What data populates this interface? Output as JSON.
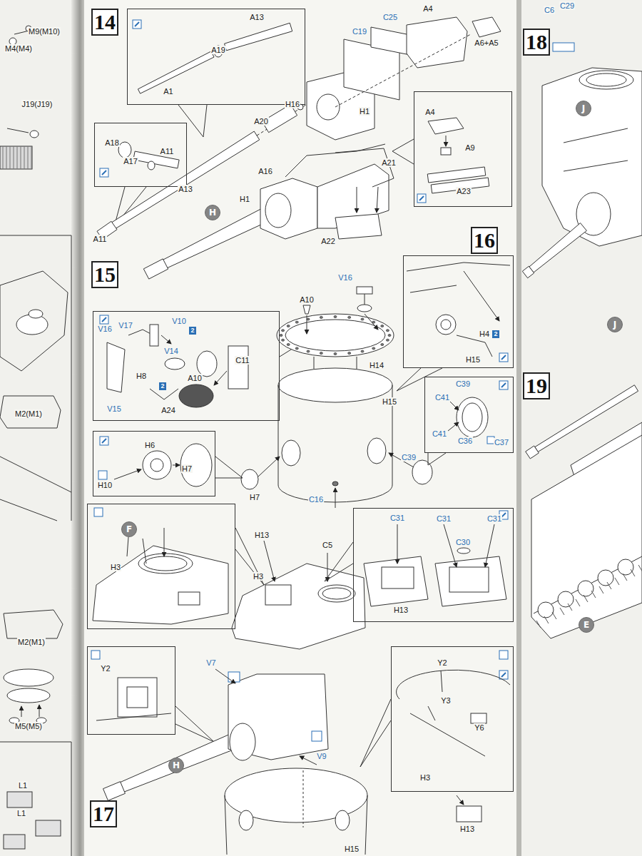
{
  "diagram": {
    "nodes": [
      {
        "text": [
          "14"
        ]
      },
      {
        "text": [
          "A13",
          "A19",
          "A1"
        ]
      },
      {
        "text": [
          "A4",
          "A9",
          "A23"
        ]
      },
      {
        "text": [
          "A18",
          "A17",
          "A11"
        ]
      },
      {
        "text": [
          "H"
        ]
      },
      {
        "text": [
          "16"
        ]
      },
      {
        "text": [
          "15"
        ]
      },
      {
        "text": [
          "H4",
          "2",
          "H15"
        ]
      },
      {
        "text": [
          "V10",
          "2",
          "V17",
          "V16",
          "V14",
          "C11",
          "H8",
          "2",
          "A10",
          "V15",
          "A24"
        ]
      },
      {
        "text": [
          "C39",
          "C41",
          "C41",
          "C36",
          "C37"
        ]
      },
      {
        "text": [
          "H6",
          "H7",
          "H10"
        ]
      },
      {
        "text": [
          "H3"
        ]
      },
      {
        "text": [
          "F"
        ],
        "in": 11
      },
      {
        "text": [
          "C31",
          "C31",
          "C31",
          "C30",
          "H13"
        ]
      },
      {
        "text": [
          "Y2"
        ]
      },
      {
        "text": [
          "Y2",
          "Y3",
          "Y6",
          "H3"
        ]
      },
      {
        "text": [
          "H"
        ]
      },
      {
        "text": [
          "17"
        ]
      },
      {
        "text": [
          "18"
        ]
      },
      {
        "text": [
          "J"
        ]
      },
      {
        "text": [
          "19"
        ]
      },
      {
        "text": [
          "J"
        ]
      },
      {
        "text": [
          "E"
        ]
      }
    ],
    "labels": [
      "M9(M10)",
      "M4(M4)",
      "J19(J19)",
      "M2(M1)",
      "M2(M1)",
      "M5(M5)",
      "L1",
      "L1",
      "A4",
      "C25",
      "C19",
      "A6+A5",
      "H16",
      "H1",
      "A20",
      "A16",
      "A21",
      "A13",
      "H1",
      "A11",
      "A22",
      "V16",
      "A10",
      "H14",
      "H15",
      "H7",
      "C39",
      "C16",
      "H13",
      "C5",
      "H3",
      "V7",
      "V9",
      "H13",
      "H15",
      "C6",
      "C29"
    ]
  }
}
